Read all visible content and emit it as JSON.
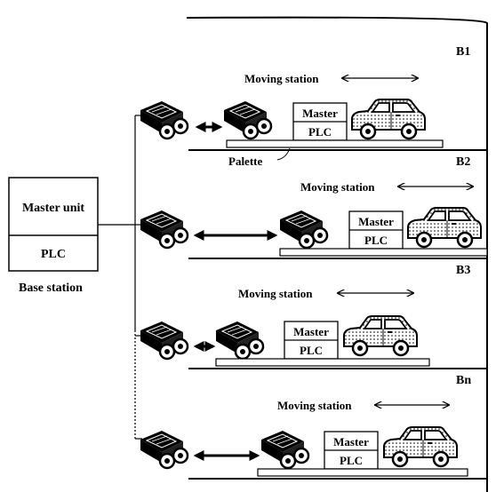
{
  "base_station": {
    "master_unit_label": "Master unit",
    "plc_label": "PLC",
    "caption": "Base station"
  },
  "rows": [
    {
      "bay_label": "B1",
      "moving_station_label": "Moving station",
      "master_label": "Master",
      "plc_label": "PLC",
      "palette_label": "Palette"
    },
    {
      "bay_label": "B2",
      "moving_station_label": "Moving station",
      "master_label": "Master",
      "plc_label": "PLC"
    },
    {
      "bay_label": "B3",
      "moving_station_label": "Moving station",
      "master_label": "Master",
      "plc_label": "PLC"
    },
    {
      "bay_label": "Bn",
      "moving_station_label": "Moving station",
      "master_label": "Master",
      "plc_label": "PLC"
    }
  ]
}
